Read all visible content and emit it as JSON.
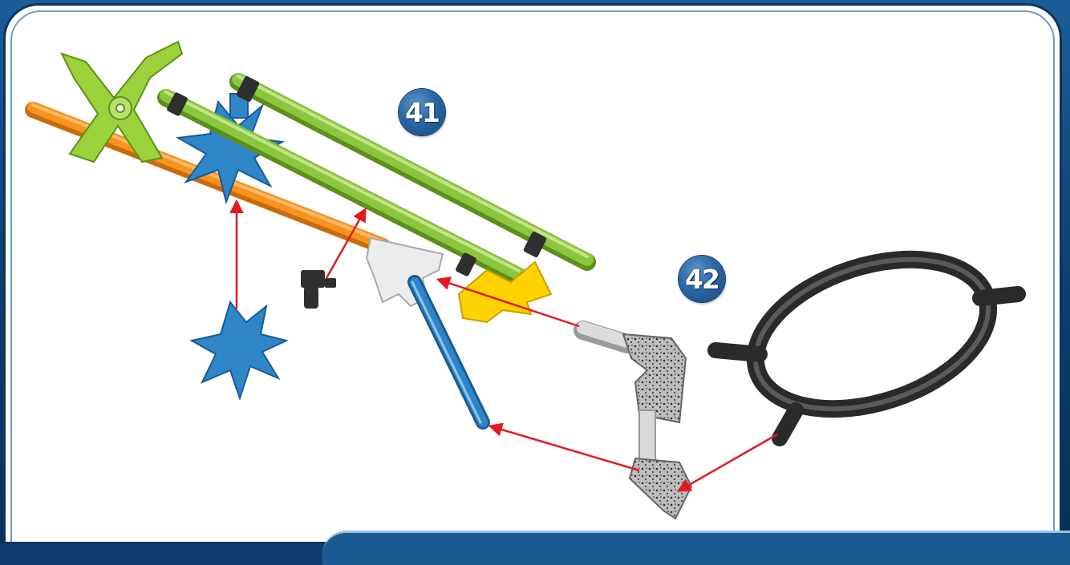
{
  "steps": [
    {
      "number": "41"
    },
    {
      "number": "42"
    }
  ],
  "colors": {
    "frame": "#1b5a93",
    "part_green": "#8cc63f",
    "part_orange": "#f7941d",
    "part_blue": "#2e86c9",
    "part_yellow": "#ffd200",
    "part_white": "#e6e6e6",
    "part_black": "#333333",
    "arrow": "#e21b23"
  },
  "icons": [
    "step-41-badge",
    "step-42-badge",
    "assembly-arrow"
  ]
}
